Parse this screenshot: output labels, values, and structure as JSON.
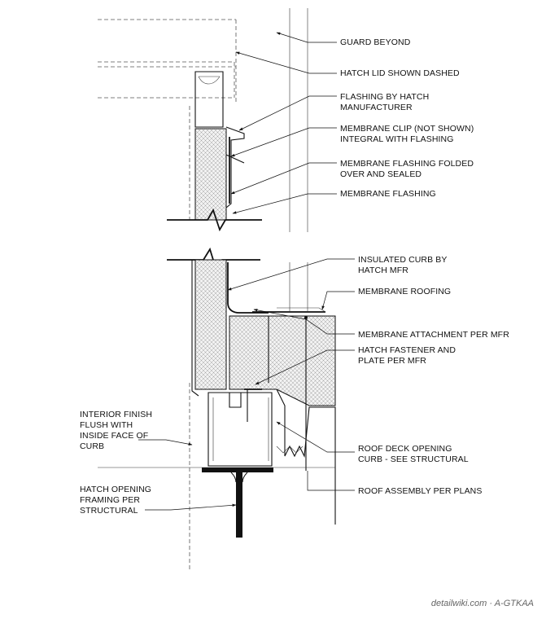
{
  "labels": {
    "guard_beyond": [
      "GUARD BEYOND"
    ],
    "hatch_lid": [
      "HATCH LID SHOWN DASHED"
    ],
    "flashing_by_hatch": [
      "FLASHING BY HATCH",
      "MANUFACTURER"
    ],
    "membrane_clip": [
      "MEMBRANE CLIP (NOT SHOWN)",
      "INTEGRAL WITH FLASHING"
    ],
    "membrane_folded": [
      "MEMBRANE FLASHING FOLDED",
      "OVER AND SEALED"
    ],
    "membrane_flashing": [
      "MEMBRANE FLASHING"
    ],
    "insulated_curb": [
      "INSULATED CURB BY",
      "HATCH MFR"
    ],
    "membrane_roofing": [
      "MEMBRANE ROOFING"
    ],
    "membrane_attachment": [
      "MEMBRANE ATTACHMENT PER MFR"
    ],
    "hatch_fastener": [
      "HATCH FASTENER AND",
      "PLATE PER MFR"
    ],
    "roof_deck_opening": [
      "ROOF DECK OPENING",
      "CURB - SEE STRUCTURAL"
    ],
    "roof_assembly": [
      "ROOF ASSEMBLY PER PLANS"
    ],
    "interior_finish": [
      "INTERIOR FINISH",
      "FLUSH WITH",
      "INSIDE FACE OF",
      "CURB"
    ],
    "hatch_opening_framing": [
      "HATCH OPENING",
      "FRAMING PER",
      "STRUCTURAL"
    ]
  },
  "footer": "detailwiki.com · A-GTKAA"
}
